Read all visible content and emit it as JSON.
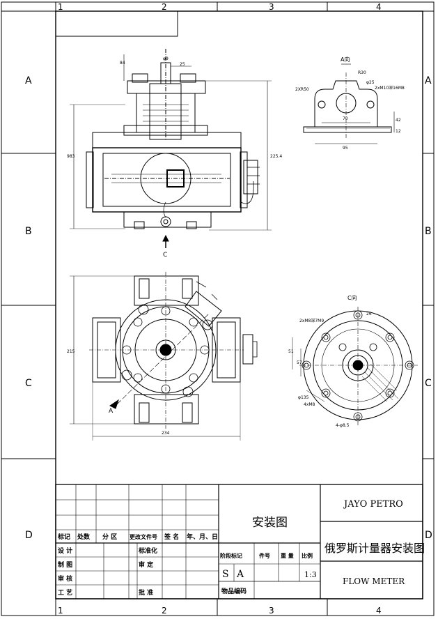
{
  "zones": {
    "columns": [
      "1",
      "2",
      "3",
      "4"
    ],
    "rows": [
      "A",
      "B",
      "C",
      "D"
    ]
  },
  "views": {
    "a_view_title": "A向",
    "c_view_title": "C向",
    "arrow_a": "A",
    "arrow_c": "C"
  },
  "dims": {
    "front": {
      "d1": "φ9",
      "d2": "25",
      "d3": "84",
      "d4": "983",
      "d5": "225.4"
    },
    "plan": {
      "w": "234",
      "h": "215"
    },
    "a_view": {
      "d1": "2XR50",
      "d2": "R30",
      "d3": "φ25",
      "d4": "2xM10深16M8",
      "d5": "70",
      "d6": "95",
      "d7": "42",
      "d8": "12"
    },
    "c_view": {
      "d1": "2xM8深7M9",
      "d2": "φ135",
      "d3": "4xM8",
      "d4": "4-φ8.5",
      "d5": "26",
      "d6": "51",
      "d7": "57"
    }
  },
  "title_block": {
    "rev_headers": [
      "标记",
      "处数",
      "分 区",
      "更改文件号",
      "签 名",
      "年、月、日"
    ],
    "roles": [
      "设 计",
      "制 图",
      "审 核",
      "工 艺"
    ],
    "role_right": [
      "标准化",
      "审 定",
      "",
      "批 准"
    ],
    "drawing_type": "安装图",
    "stage_headers": [
      "阶段标记",
      "件号",
      "重 量",
      "比例"
    ],
    "stage_values": [
      "S",
      "A"
    ],
    "scale": "1:3",
    "material_code_label": "物品编码",
    "company": "JAYO PETRO",
    "drawing_name": "俄罗斯计量器安装图",
    "product": "FLOW METER"
  }
}
